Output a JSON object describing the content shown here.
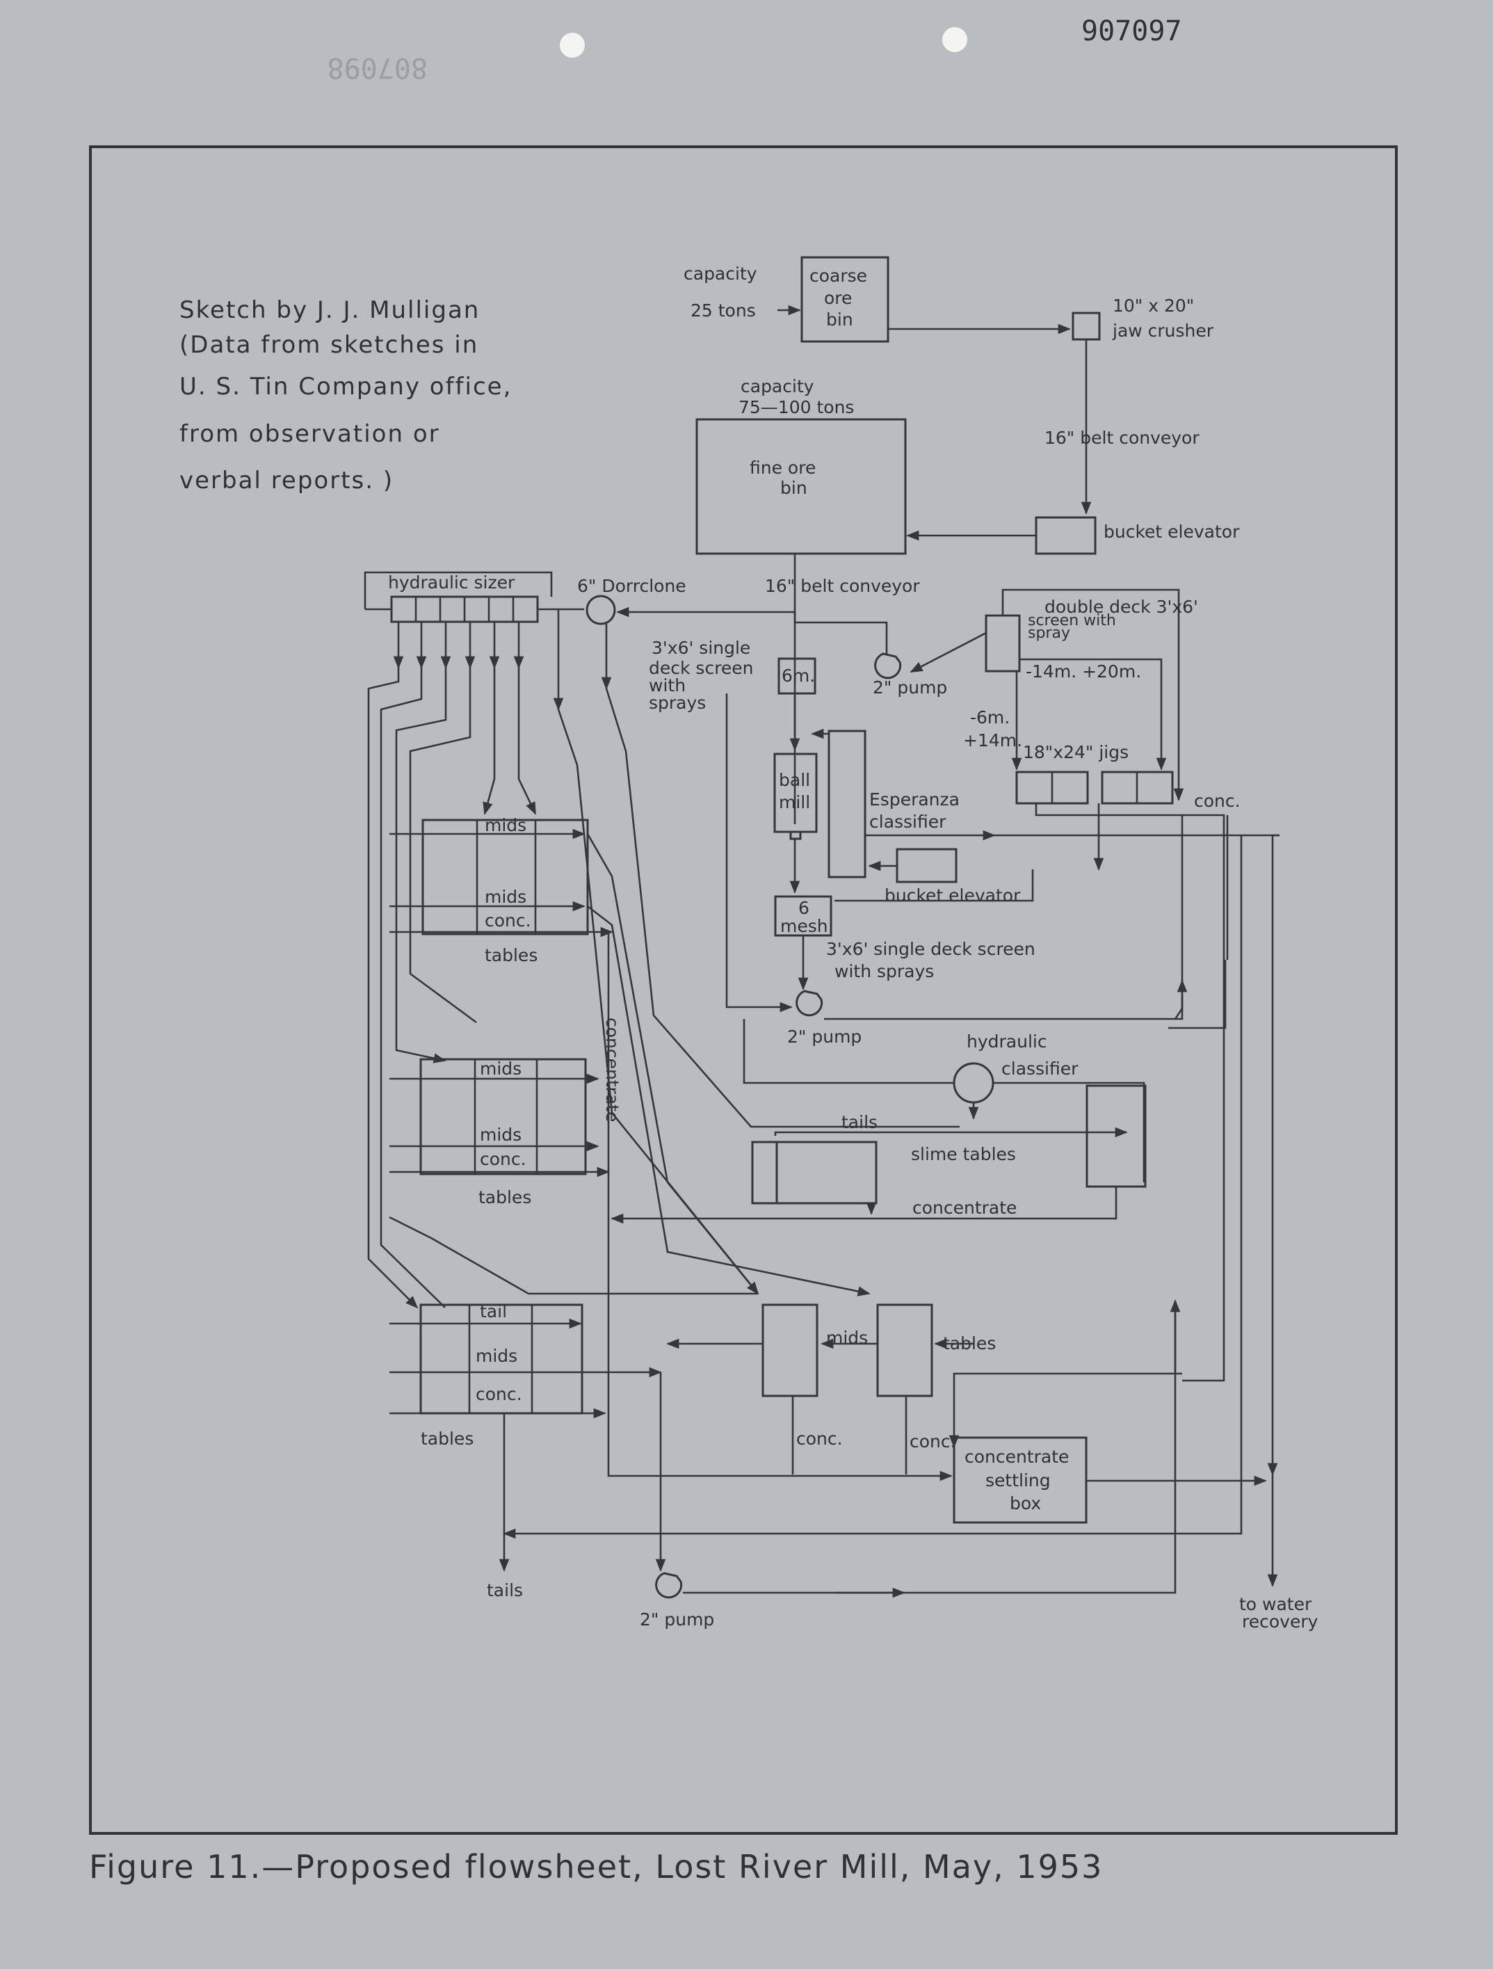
{
  "document_number": "907097",
  "mirror_number": "807098",
  "note": [
    "Sketch by J. J. Mulligan",
    "(Data from sketches in",
    "U. S. Tin Company office,",
    "from observation or",
    "verbal reports. )"
  ],
  "caption": "Figure 11.—Proposed flowsheet, Lost River Mill, May, 1953",
  "labels": {
    "capacity_top": "capacity",
    "tons_25": "25 tons",
    "coarse_bin": [
      "coarse",
      "ore",
      "bin"
    ],
    "jaw_crusher": [
      "10\" x 20\"",
      "jaw crusher"
    ],
    "capacity_fine": [
      "capacity",
      "75—100 tons"
    ],
    "fine_bin": [
      "fine ore",
      "bin"
    ],
    "belt_conveyor_1": "16\" belt conveyor",
    "bucket_elevator_1": "bucket elevator",
    "hydraulic_sizer": "hydraulic sizer",
    "dorrclone": "6\" Dorrclone",
    "belt_conveyor_2": "16\" belt conveyor",
    "double_deck": [
      "double deck 3'x6'",
      "screen with",
      "spray"
    ],
    "single_screen_1": [
      "3'x6' single",
      "deck screen",
      "with",
      "sprays"
    ],
    "screen_6m": "6m.",
    "pump_1": "2\" pump",
    "minus14_plus20": "-14m. +20m.",
    "minus6_plus14": [
      "-6m.",
      "+14m."
    ],
    "jigs": "18\"x24\" jigs",
    "ball_mill": [
      "ball",
      "mill"
    ],
    "esperanza": [
      "Esperanza",
      "classifier"
    ],
    "conc_jig": "conc.",
    "bucket_elevator_2": "bucket elevator",
    "mesh_6": [
      "6",
      "mesh"
    ],
    "single_screen_2": [
      "3'x6' single deck screen",
      "with sprays"
    ],
    "pump_2": "2\" pump",
    "mids": "mids",
    "conc": "conc.",
    "tables": "tables",
    "tail": "tail",
    "concentrate_vertical": "concentrate",
    "hydraulic_classifier": [
      "hydraulic",
      "classifier"
    ],
    "tails_slime": "tails",
    "slime_tables": "slime tables",
    "concentrate_slime": "concentrate",
    "mids_right": "mids",
    "tables_right": "tables",
    "conc_a": "conc.",
    "conc_b": "conc.",
    "settling_box": [
      "concentrate",
      "settling",
      "box"
    ],
    "tails_bottom": "tails",
    "pump_3": "2\" pump",
    "water_recovery": [
      "to water",
      "recovery"
    ]
  }
}
